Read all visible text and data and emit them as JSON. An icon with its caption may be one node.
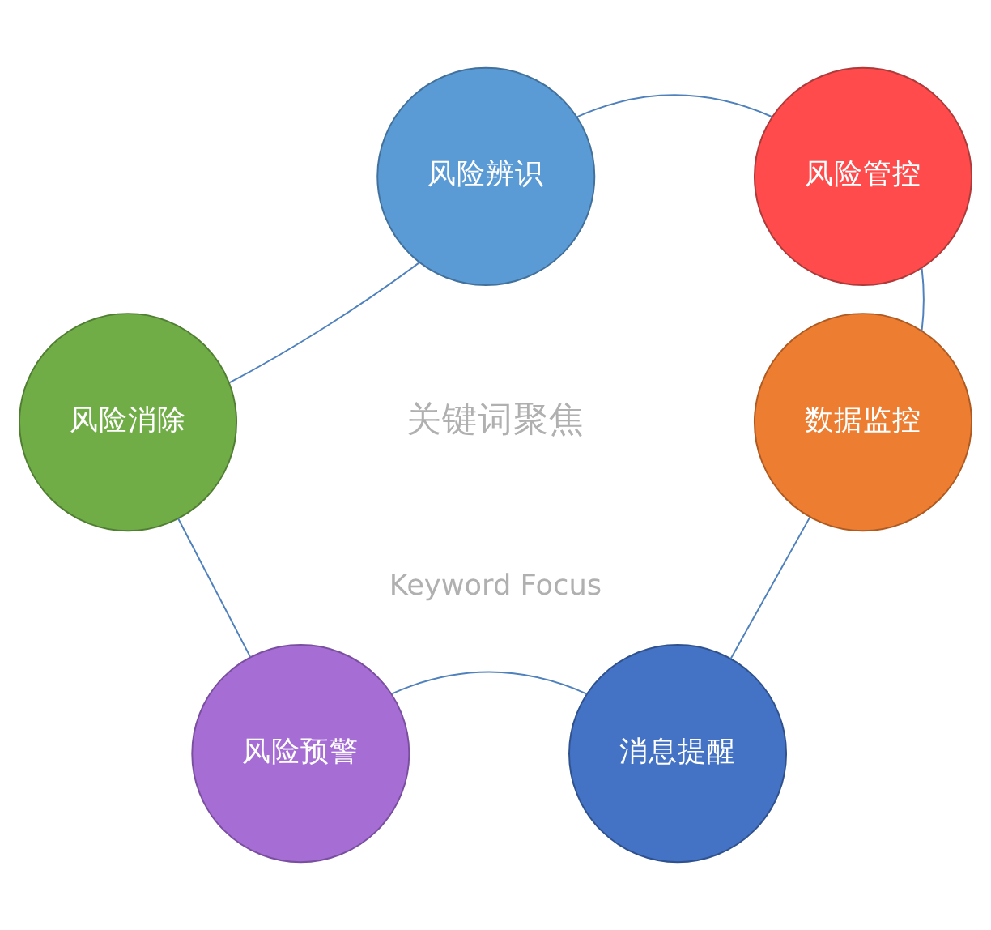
{
  "diagram": {
    "nodes": [
      {
        "text": [
          "风险辨识"
        ]
      },
      {
        "text": [
          "风险管控"
        ]
      },
      {
        "text": [
          "数据监控"
        ]
      },
      {
        "text": [
          "消息提醒"
        ]
      },
      {
        "text": [
          "风险预警"
        ]
      },
      {
        "text": [
          "风险消除"
        ]
      }
    ],
    "edges": [
      {
        "from": 0,
        "to": 1,
        "arrow": "none"
      },
      {
        "from": 1,
        "to": 2,
        "arrow": "none"
      },
      {
        "from": 2,
        "to": 3,
        "arrow": "none"
      },
      {
        "from": 3,
        "to": 4,
        "arrow": "none"
      },
      {
        "from": 4,
        "to": 5,
        "arrow": "none"
      },
      {
        "from": 5,
        "to": 0,
        "arrow": "none"
      }
    ],
    "labels": [
      "关键词聚焦",
      "Keyword Focus"
    ]
  }
}
